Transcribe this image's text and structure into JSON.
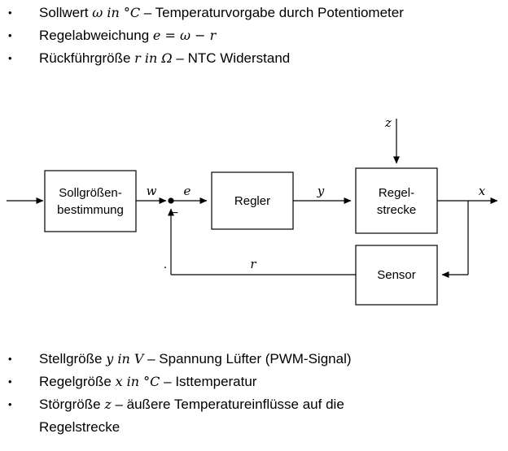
{
  "ui": {
    "bullet_char": "•"
  },
  "colors": {
    "line": "#000000",
    "background": "#ffffff"
  },
  "bullets_top": [
    {
      "pre": "Sollwert ",
      "math": "ω in °C",
      "post": " – Temperaturvorgabe durch Potentiometer"
    },
    {
      "pre": "Regelabweichung ",
      "math": "e = ω − r",
      "post": ""
    },
    {
      "pre": "Rückführgröße ",
      "math": "r in Ω",
      "post": " – NTC Widerstand"
    }
  ],
  "bullets_bottom": [
    {
      "pre": "Stellgröße ",
      "math": "y in V",
      "post": " – Spannung Lüfter (PWM-Signal)",
      "cont": ""
    },
    {
      "pre": "Regelgröße ",
      "math": "x in °C",
      "post": " – Isttemperatur",
      "cont": ""
    },
    {
      "pre": "Störgröße ",
      "math": "z",
      "post": " – äußere Temperatureinflüsse auf die",
      "cont": "Regelstrecke"
    }
  ],
  "diagram": {
    "blocks": {
      "setpoint": {
        "line1": "Sollgrößen-",
        "line2": "bestimmung"
      },
      "controller": {
        "label": "Regler"
      },
      "plant": {
        "line1": "Regel-",
        "line2": "strecke"
      },
      "sensor": {
        "label": "Sensor"
      }
    },
    "signals": {
      "w": "w",
      "e": "e",
      "y": "y",
      "x": "x",
      "z": "z",
      "r": "r",
      "minus": "−",
      "dot": "."
    }
  }
}
